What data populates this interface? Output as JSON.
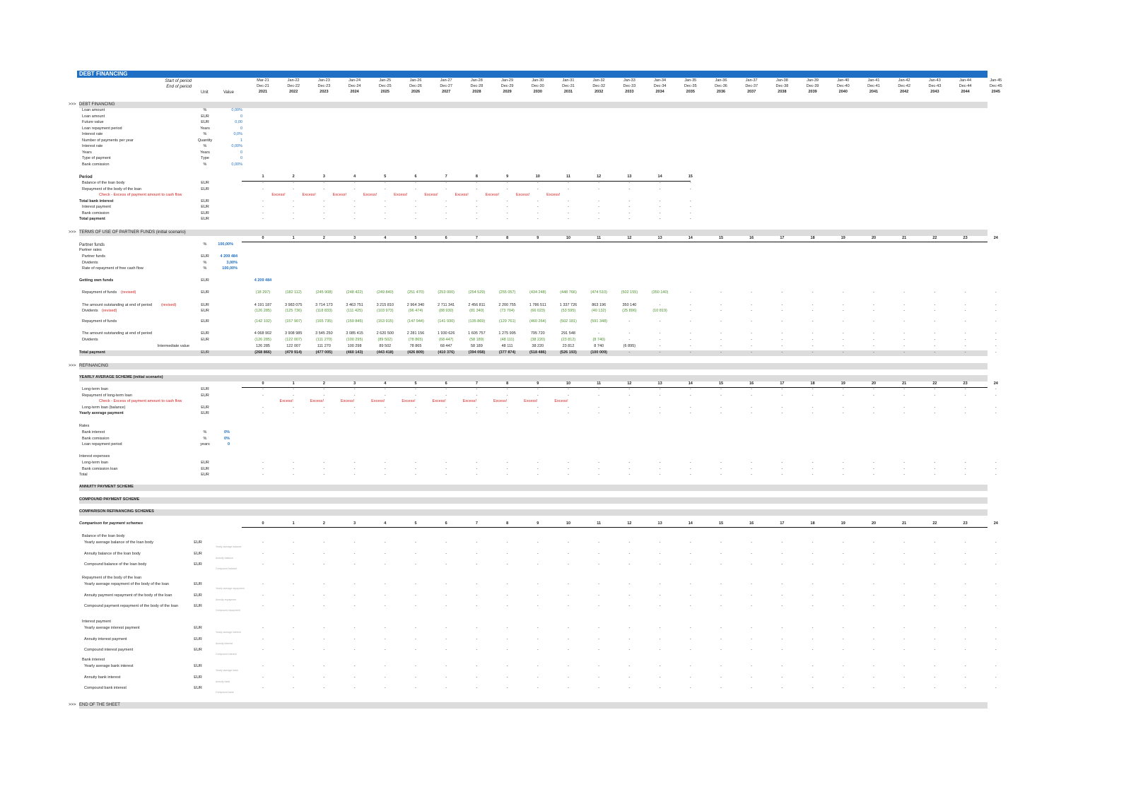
{
  "sheet_title": "DEBT FINANCING",
  "timeline": {
    "start_label": "Start of period",
    "end_label": "End of period",
    "unit_label": "Unit",
    "value_label": "Value",
    "start_row": [
      "Mar-21",
      "Jan-22",
      "Jan-23",
      "Jan-24",
      "Jan-25",
      "Jan-26",
      "Jan-27",
      "Jan-28",
      "Jan-29",
      "Jan-30",
      "Jan-31",
      "Jan-32",
      "Jan-33",
      "Jan-34",
      "Jan-35",
      "Jan-36",
      "Jan-37",
      "Jan-38",
      "Jan-39",
      "Jan-40",
      "Jan-41",
      "Jan-42",
      "Jan-43",
      "Jan-44",
      "Jan-45"
    ],
    "end_row": [
      "Dec-21",
      "Dec-22",
      "Dec-23",
      "Dec-24",
      "Dec-25",
      "Dec-26",
      "Dec-27",
      "Dec-28",
      "Dec-29",
      "Dec-30",
      "Dec-31",
      "Dec-32",
      "Dec-33",
      "Dec-34",
      "Dec-35",
      "Dec-36",
      "Dec-37",
      "Dec-38",
      "Dec-39",
      "Dec-40",
      "Dec-41",
      "Dec-42",
      "Dec-43",
      "Dec-44",
      "Dec-45"
    ],
    "year_row": [
      "2021",
      "2022",
      "2023",
      "2024",
      "2025",
      "2026",
      "2027",
      "2028",
      "2029",
      "2030",
      "2031",
      "2032",
      "2033",
      "2034",
      "2035",
      "2036",
      "2037",
      "2038",
      "2039",
      "2040",
      "2041",
      "2042",
      "2043",
      "2044",
      "2045"
    ]
  },
  "section_marker": ">>>",
  "debt_financing": {
    "heading": "DEBT FINANCING",
    "params": [
      {
        "label": "Loan amount",
        "unit": "%",
        "value": "0,00%"
      },
      {
        "label": "Loan amount",
        "unit": "EUR",
        "value": "0"
      },
      {
        "label": "Future value",
        "unit": "EUR",
        "value": "0,00"
      },
      {
        "label": "Loan repayment period",
        "unit": "Years",
        "value": "0"
      },
      {
        "label": "Interest rate",
        "unit": "%",
        "value": "0,0%"
      },
      {
        "label": "Number of payments per year",
        "unit": "Quantity",
        "value": "1"
      },
      {
        "label": "Interest rate",
        "unit": "%",
        "value": "0,00%"
      },
      {
        "label": "Years",
        "unit": "Years",
        "value": "0"
      },
      {
        "label": "Type of payment",
        "unit": "Type",
        "value": "0"
      },
      {
        "label": "Bank comission",
        "unit": "%",
        "value": "0,00%"
      }
    ],
    "period_label": "Period",
    "periods": [
      "1",
      "2",
      "3",
      "4",
      "5",
      "6",
      "7",
      "8",
      "9",
      "10",
      "11",
      "12",
      "13",
      "14",
      "15"
    ],
    "rows": [
      {
        "label": "Balance of the loan body",
        "unit": "EUR"
      },
      {
        "label": "Repayment of the body of the loan",
        "unit": "EUR"
      },
      {
        "label": "Check - Excess of payment amount to cash flow",
        "unit": ""
      },
      {
        "label": "Total bank interest",
        "unit": "EUR"
      },
      {
        "label": "Interest payment",
        "unit": "EUR"
      },
      {
        "label": "Bank comission",
        "unit": "EUR"
      },
      {
        "label": "Total payment",
        "unit": "EUR"
      }
    ],
    "excess_label": "Excess!",
    "dash": "-"
  },
  "partner_funds": {
    "heading": "TERMS OF USE OF PARTNER FUNDS (initial scenario)",
    "col_numbers": [
      "0",
      "1",
      "2",
      "3",
      "4",
      "5",
      "6",
      "7",
      "8",
      "9",
      "10",
      "11",
      "12",
      "13",
      "14",
      "15",
      "16",
      "17",
      "18",
      "19",
      "20",
      "21",
      "22",
      "23",
      "24"
    ],
    "partner_funds_label": "Partner funds",
    "partner_funds_unit": "%",
    "partner_funds_value": "100,00%",
    "partner_rates_label": "Partner rates",
    "rates": [
      {
        "label": "Partner funds",
        "unit": "EUR",
        "value": "4 209 484"
      },
      {
        "label": "Dividents",
        "unit": "%",
        "value": "3,00%"
      },
      {
        "label": "Rate of repayment of free cash flow",
        "unit": "%",
        "value": "100,00%"
      }
    ],
    "getting_own_label": "Getting own funds",
    "getting_own_unit": "EUR",
    "getting_own_value": "4 209 484",
    "repayment_revised_label": "Repayment of funds",
    "revised_tag": "(revised)",
    "repayment_revised": [
      "(18 297)",
      "(182 112)",
      "(245 908)",
      "(248 422)",
      "(249 840)",
      "(251 470)",
      "(253 000)",
      "(254 529)",
      "(255 057)",
      "(434 248)",
      "(448 766)",
      "(474 510)",
      "(502 155)",
      "(350 140)"
    ],
    "outstanding_revised_label": "The amount outstanding at end of period",
    "outstanding_revised": [
      "4 191 187",
      "3 983 075",
      "3 714 173",
      "3 463 751",
      "3 215 810",
      "2 964 340",
      "2 711 341",
      "2 456 811",
      "2 200 755",
      "1 786 511",
      "1 337 726",
      "863 196",
      "350 140",
      "-"
    ],
    "dividents_revised_label": "Dividents",
    "dividents_revised": [
      "(126 285)",
      "(125 736)",
      "(118 833)",
      "(111 425)",
      "(103 973)",
      "(96 474)",
      "(88 930)",
      "(81 340)",
      "(73 704)",
      "(66 023)",
      "(53 595)",
      "(40 132)",
      "(25 896)",
      "(10 819)"
    ],
    "repayment_label": "Repayment of funds",
    "repayment": [
      "(142 102)",
      "(157 907)",
      "(165 735)",
      "(159 845)",
      "(153 915)",
      "(147 944)",
      "(141 930)",
      "(135 869)",
      "(129 761)",
      "(460 264)",
      "(502 181)",
      "(591 348)"
    ],
    "outstanding_label": "The amount outstanding at end of period",
    "outstanding": [
      "4 068 902",
      "3 908 985",
      "3 545 250",
      "3 085 415",
      "2 620 500",
      "2 281 156",
      "1 930 626",
      "1 605 757",
      "1 275 995",
      "795 720",
      "291 548",
      "-"
    ],
    "dividents_label": "Dividents",
    "dividents": [
      "(126 285)",
      "(122 007)",
      "(111 270)",
      "(100 295)",
      "(89 502)",
      "(78 865)",
      "(68 447)",
      "(58 189)",
      "(48 111)",
      "(38 220)",
      "(23 812)",
      "(8 740)"
    ],
    "intermediate_label": "Intermediate value",
    "intermediate": [
      "126 285",
      "122 007",
      "111 270",
      "100 298",
      "89 502",
      "78 865",
      "68 447",
      "58 189",
      "48 111",
      "38 220",
      "23 812",
      "8 740",
      "(6 895)"
    ],
    "total_label": "Total payment",
    "total_unit": "EUR",
    "total": [
      "(268 866)",
      "(479 914)",
      "(477 005)",
      "(460 143)",
      "(443 418)",
      "(426 809)",
      "(410 376)",
      "(394 058)",
      "(377 874)",
      "(518 486)",
      "(526 193)",
      "(100 009)"
    ]
  },
  "refinancing": {
    "heading": "REFINANCING",
    "yearly_heading": "YEARLY AVERAGE SCHEME (initial scenario)",
    "col_numbers": [
      "0",
      "1",
      "2",
      "3",
      "4",
      "5",
      "6",
      "7",
      "8",
      "9",
      "10",
      "11",
      "12",
      "13",
      "14",
      "15",
      "16",
      "17",
      "18",
      "19",
      "20",
      "21",
      "22",
      "23",
      "24"
    ],
    "rows": [
      {
        "label": "Long-term loan",
        "unit": "EUR"
      },
      {
        "label": "Repayment of long-term loan",
        "unit": "EUR"
      },
      {
        "label": "Check - Excess of payment amount to cash flow",
        "unit": ""
      },
      {
        "label": "Long-term loan (balance)",
        "unit": "EUR"
      },
      {
        "label": "Yearly average payment",
        "unit": "EUR"
      }
    ],
    "rates_label": "Rates",
    "rates": [
      {
        "label": "Bank interest",
        "unit": "%",
        "value": "0%"
      },
      {
        "label": "Bank comission",
        "unit": "%",
        "value": "0%"
      },
      {
        "label": "Loan repayment period",
        "unit": "years",
        "value": "0"
      }
    ],
    "interest_expenses_label": "Interest expenses",
    "expenses": [
      {
        "label": "Long-term loan",
        "unit": "EUR"
      },
      {
        "label": "Bank comission loan",
        "unit": "EUR"
      },
      {
        "label": "Total",
        "unit": "EUR"
      }
    ],
    "annuity_heading": "ANNUITY PAYMENT SCHEME",
    "compound_heading": "COMPOUND PAYMENT SCHEME",
    "comparison_heading": "COMPARISON REFINANCING SCHEMES",
    "comparison_title": "Comparison  for payment schemes"
  },
  "comparison": {
    "groups": [
      {
        "title": "Balance of the loan body",
        "rows": [
          {
            "label": "Yearly average balance of the loan body",
            "unit": "EUR",
            "tag": "Yearly average balance"
          },
          {
            "label": "Annuity balance of the loan body",
            "unit": "EUR",
            "tag": "Annuity balance"
          },
          {
            "label": "Compound balance of the loan body",
            "unit": "EUR",
            "tag": "Compound balance"
          }
        ]
      },
      {
        "title": "Repayment of the body of the loan",
        "rows": [
          {
            "label": "Yearly average repayment of the body of the loan",
            "unit": "EUR",
            "tag": "Yearly average repayment"
          },
          {
            "label": "Annuity payment repayment of the body of the loan",
            "unit": "EUR",
            "tag": "Annuity repayment"
          },
          {
            "label": "Compound payment repayment of the body of the loan",
            "unit": "EUR",
            "tag": "Compound repayment"
          }
        ]
      },
      {
        "title": "Interest payment",
        "rows": [
          {
            "label": "Yearly average interest payment",
            "unit": "EUR",
            "tag": "Yearly average interest"
          },
          {
            "label": "Annuity interest payment",
            "unit": "EUR",
            "tag": "Annuity interest"
          },
          {
            "label": "Compound interest payment",
            "unit": "EUR",
            "tag": "Compound interest"
          }
        ]
      },
      {
        "title": "Bank interest",
        "rows": [
          {
            "label": "Yearly average bank interest",
            "unit": "EUR",
            "tag": "Yearly average bank"
          },
          {
            "label": "Annuity bank interest",
            "unit": "EUR",
            "tag": "Annuity bank"
          },
          {
            "label": "Compound bank interest",
            "unit": "EUR",
            "tag": "Compound bank"
          }
        ]
      }
    ]
  },
  "end_label": "END OF THE SHEET",
  "colors": {
    "header": "#1f6fc4",
    "band": "#dcdcdc",
    "blue": "#1f6fc4",
    "green": "#4a8f2a",
    "red": "#d41f1f"
  }
}
